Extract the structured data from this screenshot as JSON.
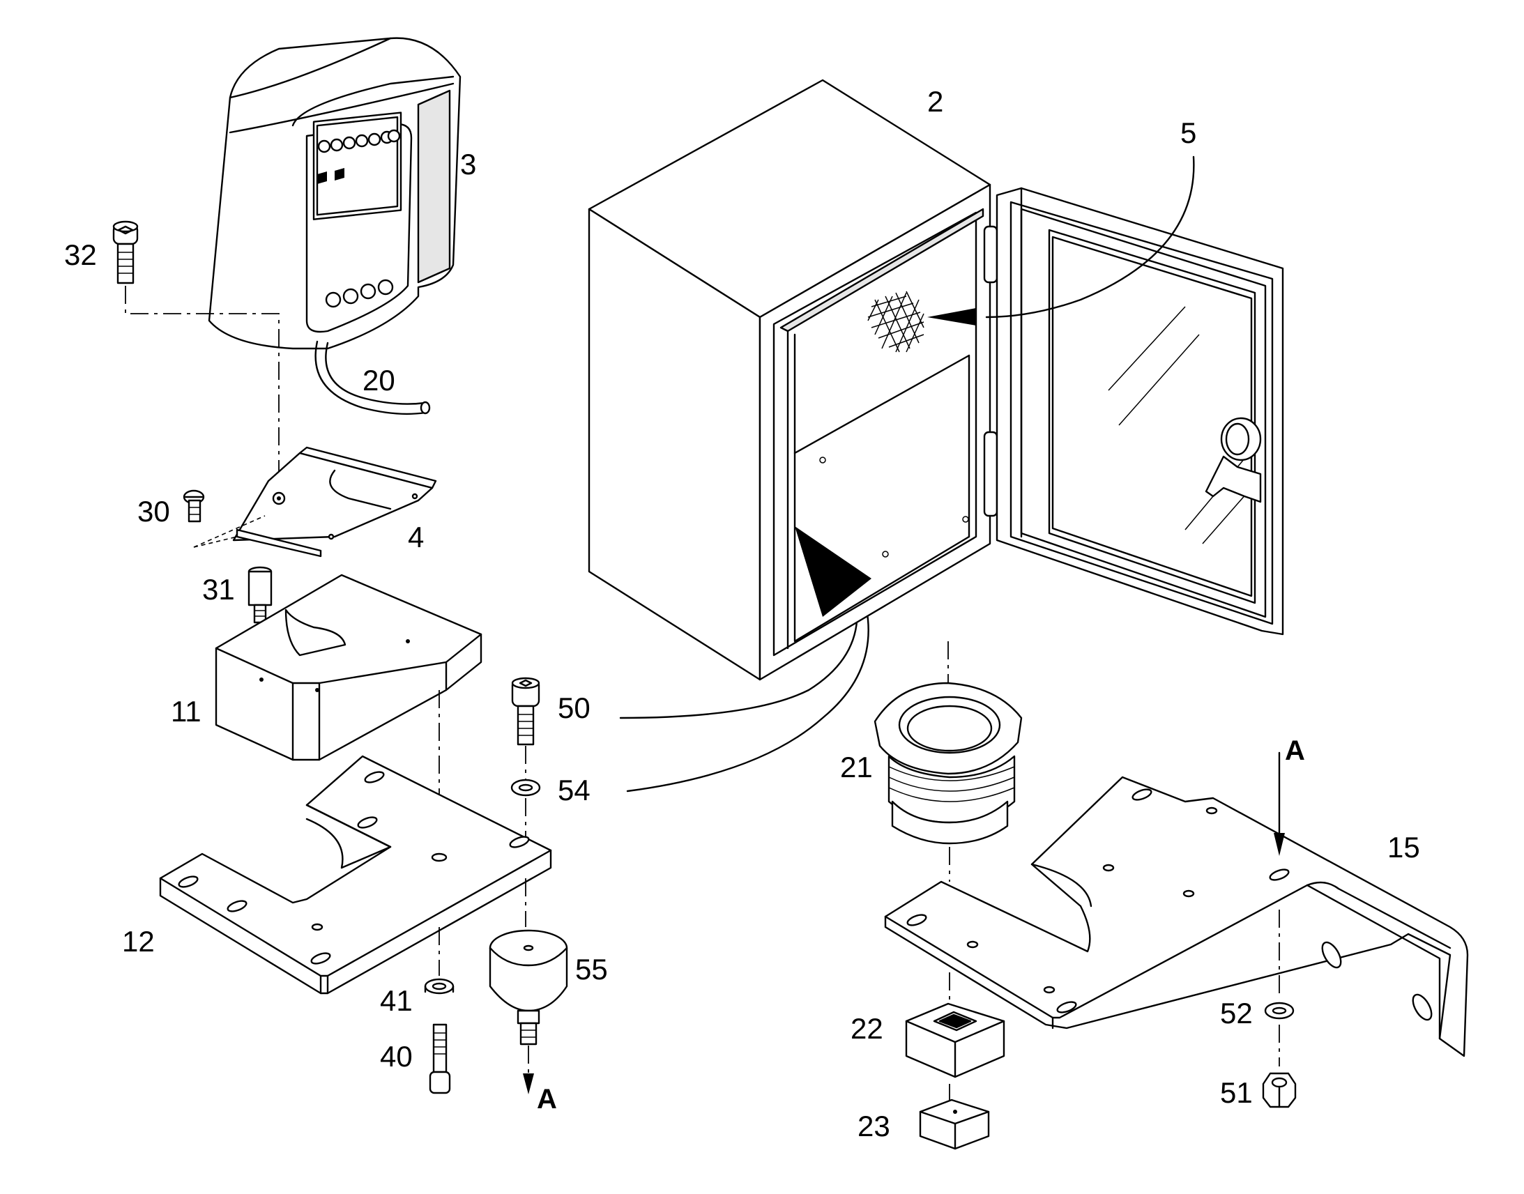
{
  "parts": {
    "p2": "2",
    "p3": "3",
    "p4": "4",
    "p5": "5",
    "p11": "11",
    "p12": "12",
    "p15": "15",
    "p20": "20",
    "p21": "21",
    "p22": "22",
    "p23": "23",
    "p30": "30",
    "p31": "31",
    "p32": "32",
    "p40": "40",
    "p41": "41",
    "p50": "50",
    "p51": "51",
    "p52": "52",
    "p54": "54",
    "p55": "55"
  },
  "section_marks": {
    "top": "A",
    "bottom": "A"
  }
}
